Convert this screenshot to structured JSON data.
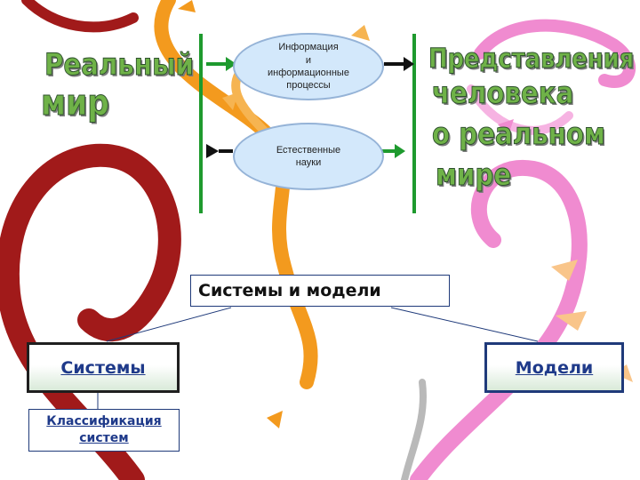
{
  "top": {
    "real_world_line1": "Реальный",
    "real_world_line2": "мир",
    "representations": [
      "Представления",
      "человека",
      "о реальном",
      "мире"
    ]
  },
  "ellipses": {
    "info": "Информация\nи\nинформационные\nпроцессы",
    "science": "Естественные\nнауки"
  },
  "boxes": {
    "root": "Системы и модели",
    "systems": "Системы",
    "models": "Модели",
    "classification": "Классификация\nсистем"
  },
  "colors": {
    "wordart_green": "#6fb248",
    "line_green": "#1e9a2e",
    "ellipse_fill": "#d3e8fb",
    "box_border_navy": "#1f3a7a",
    "link_blue": "#1f3a8a"
  }
}
